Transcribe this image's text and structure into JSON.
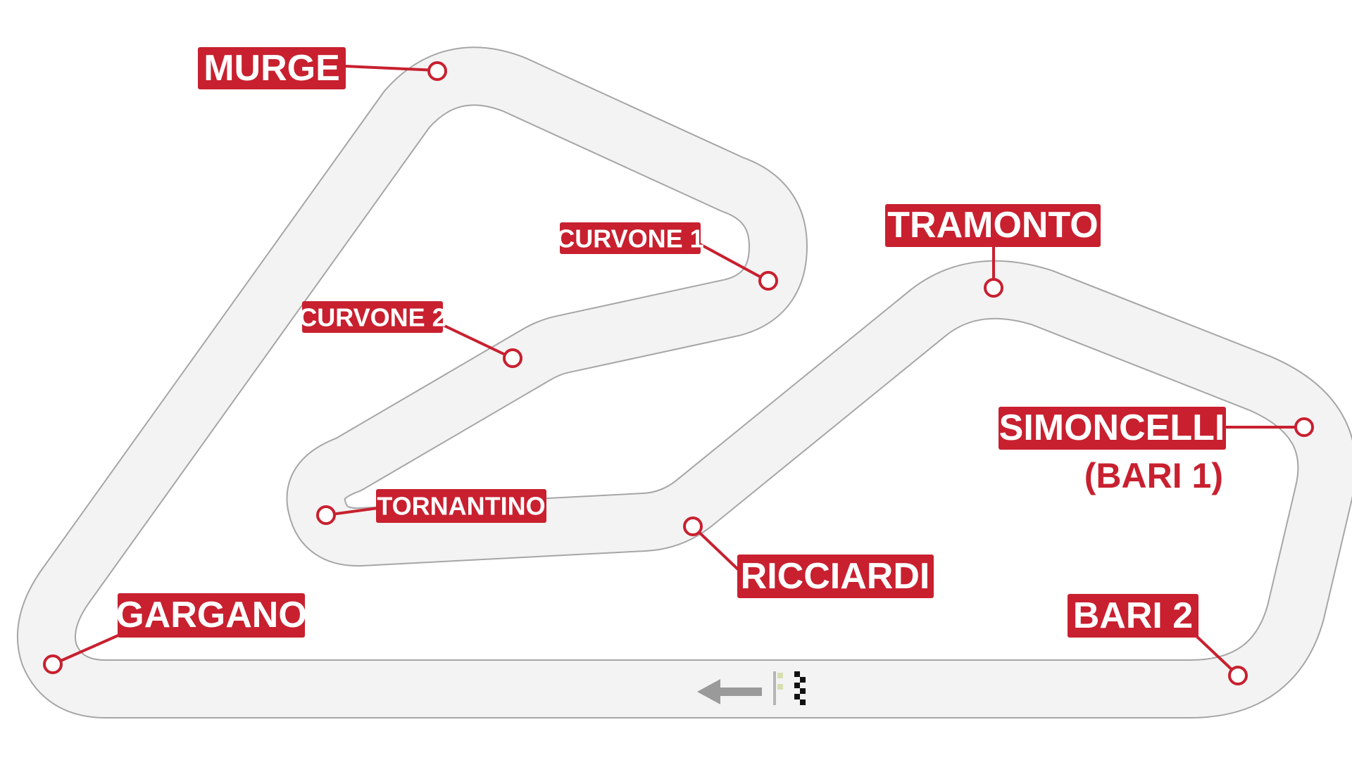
{
  "colors": {
    "accent": "#c8202f",
    "track": "#f3f3f3",
    "track_edge": "#a6a6a6",
    "label_text": "#ffffff",
    "arrow": "#9a9a9a"
  },
  "icons": {
    "direction": "direction-arrow-icon",
    "finish": "checkered-flag-icon"
  },
  "corners": {
    "murge": {
      "label": "MURGE"
    },
    "curvone1": {
      "label": "CURVONE 1"
    },
    "curvone2": {
      "label": "CURVONE 2"
    },
    "tornantino": {
      "label": "TORNANTINO"
    },
    "tramonto": {
      "label": "TRAMONTO"
    },
    "simoncelli": {
      "label": "SIMONCELLI",
      "sublabel": "(BARI 1)"
    },
    "ricciardi": {
      "label": "RICCIARDI"
    },
    "gargano": {
      "label": "GARGANO"
    },
    "bari2": {
      "label": "BARI 2"
    }
  }
}
